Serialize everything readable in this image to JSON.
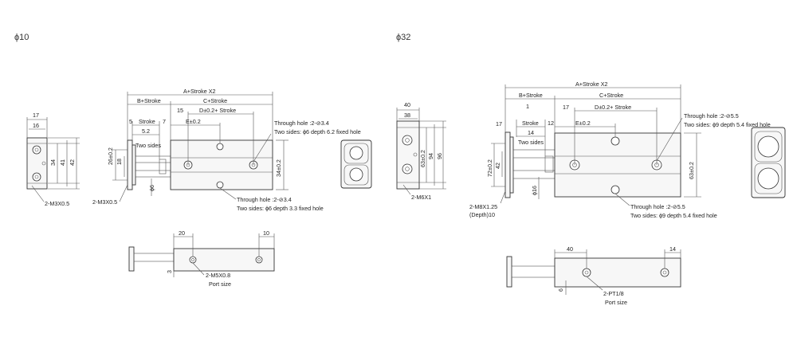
{
  "left": {
    "title": "ϕ10",
    "front": {
      "w_top": "17",
      "w_inner": "16",
      "h_inner": "34",
      "h_mid": "41",
      "h_outer": "42",
      "thread": "2-M3X0.5"
    },
    "side": {
      "a_stroke": "A+Stroke X2",
      "b_stroke": "B+Stroke",
      "c_stroke": "C+Stroke",
      "d_stroke": "D±0.2+ Stroke",
      "e_dim": "E±0.2",
      "dim_15": "15",
      "dim_5": "5",
      "stroke": "Stroke",
      "dim_7": "7",
      "dim_52": "5.2",
      "two_sides": "Two sides",
      "dim_26": "26±0.2",
      "dim_18": "18",
      "phi6": "ϕ6",
      "thread": "2-M3X0.5",
      "dim_34": "34±0.2",
      "hole_top_1": "Through hole :2-⊘3.4",
      "hole_top_2": "Two sides: ϕ6 depth 6.2 fixed hole",
      "hole_bot_1": "Through hole :2-⊘3.4",
      "hole_bot_2": "Two sides: ϕ6 depth 3.3 fixed hole"
    },
    "bottom": {
      "dim_20": "20",
      "dim_10": "10",
      "dim_3": "3",
      "port": "2-M5X0.8",
      "port_size": "Port size"
    }
  },
  "right": {
    "title": "ϕ32",
    "front": {
      "w_top": "40",
      "w_inner": "38",
      "h_inner": "63±0.2",
      "h_mid": "94",
      "h_outer": "96",
      "thread": "2-M6X1"
    },
    "side": {
      "a_stroke": "A+Stroke X2",
      "b_stroke": "B+Stroke",
      "c_stroke": "C+Stroke",
      "d_stroke": "D±0.2+ Stroke",
      "e_dim": "E±0.2",
      "dim_1": "1",
      "dim_17": "17",
      "stroke": "Stroke",
      "dim_12": "12",
      "dim_14": "14",
      "dim_17b": "17",
      "two_sides": "Two sides",
      "dim_72": "72±0.2",
      "dim_42": "42",
      "phi16": "ϕ16",
      "thread_1": "2-M8X1.25",
      "thread_2": "(Depth)10",
      "dim_63": "63±0.2",
      "hole_top_1": "Through hole :2-⊘5.5",
      "hole_top_2": "Two sides: ϕ9 depth 5.4 fixed hole",
      "hole_bot_1": "Through hole :2-⊘5.5",
      "hole_bot_2": "Two sides: ϕ9 depth 5.4 fixed hole"
    },
    "bottom": {
      "dim_40": "40",
      "dim_14": "14",
      "dim_6": "6",
      "port": "2-PT1/8",
      "port_size": "Port size"
    }
  }
}
